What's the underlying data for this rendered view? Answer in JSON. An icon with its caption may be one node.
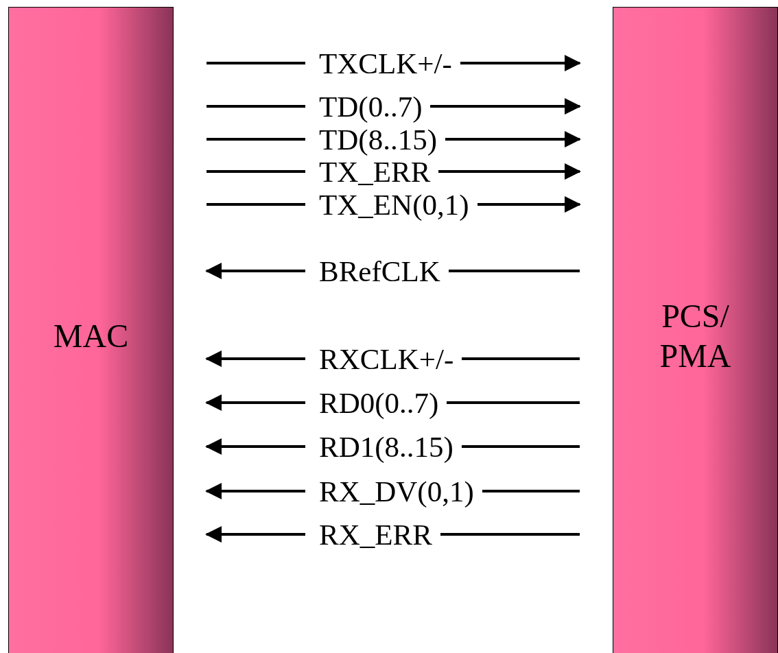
{
  "diagram": {
    "nodes": [
      {
        "text": [
          "MAC"
        ]
      },
      {
        "text": [
          "PCS/ PMA"
        ]
      }
    ],
    "edges": [
      {
        "from": 0,
        "to": 1,
        "arrow": "to",
        "label": "TXCLK+/-"
      },
      {
        "from": 0,
        "to": 1,
        "arrow": "to",
        "label": "TD(0..7)"
      },
      {
        "from": 0,
        "to": 1,
        "arrow": "to",
        "label": "TD(8..15)"
      },
      {
        "from": 0,
        "to": 1,
        "arrow": "to",
        "label": "TX_ERR"
      },
      {
        "from": 0,
        "to": 1,
        "arrow": "to",
        "label": "TX_EN(0,1)"
      },
      {
        "from": 1,
        "to": 0,
        "arrow": "to",
        "label": "BRefCLK"
      },
      {
        "from": 1,
        "to": 0,
        "arrow": "to",
        "label": "RXCLK+/-"
      },
      {
        "from": 1,
        "to": 0,
        "arrow": "to",
        "label": "RD0(0..7)"
      },
      {
        "from": 1,
        "to": 0,
        "arrow": "to",
        "label": "RD1(8..15)"
      },
      {
        "from": 1,
        "to": 0,
        "arrow": "to",
        "label": "RX_DV(0,1)"
      },
      {
        "from": 1,
        "to": 0,
        "arrow": "to",
        "label": "RX_ERR"
      }
    ]
  }
}
